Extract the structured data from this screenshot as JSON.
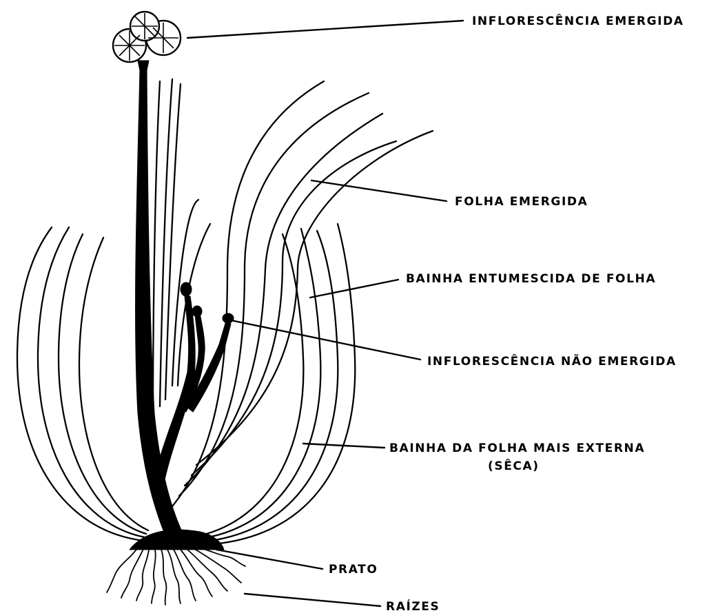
{
  "labels": {
    "inflorescencia_emergida": "INFLORESCÊNCIA EMERGIDA",
    "folha_emergida": "FOLHA EMERGIDA",
    "bainha_entumescida": "BAINHA ENTUMESCIDA DE FOLHA",
    "inflorescencia_nao_emergida": "INFLORESCÊNCIA NÃO EMERGIDA",
    "bainha_externa_line1": "BAINHA DA FOLHA MAIS EXTERNA",
    "bainha_externa_line2": "(SÊCA)",
    "prato": "PRATO",
    "raizes": "RAÍZES"
  },
  "colors": {
    "ink": "#000000",
    "background": "#ffffff"
  }
}
